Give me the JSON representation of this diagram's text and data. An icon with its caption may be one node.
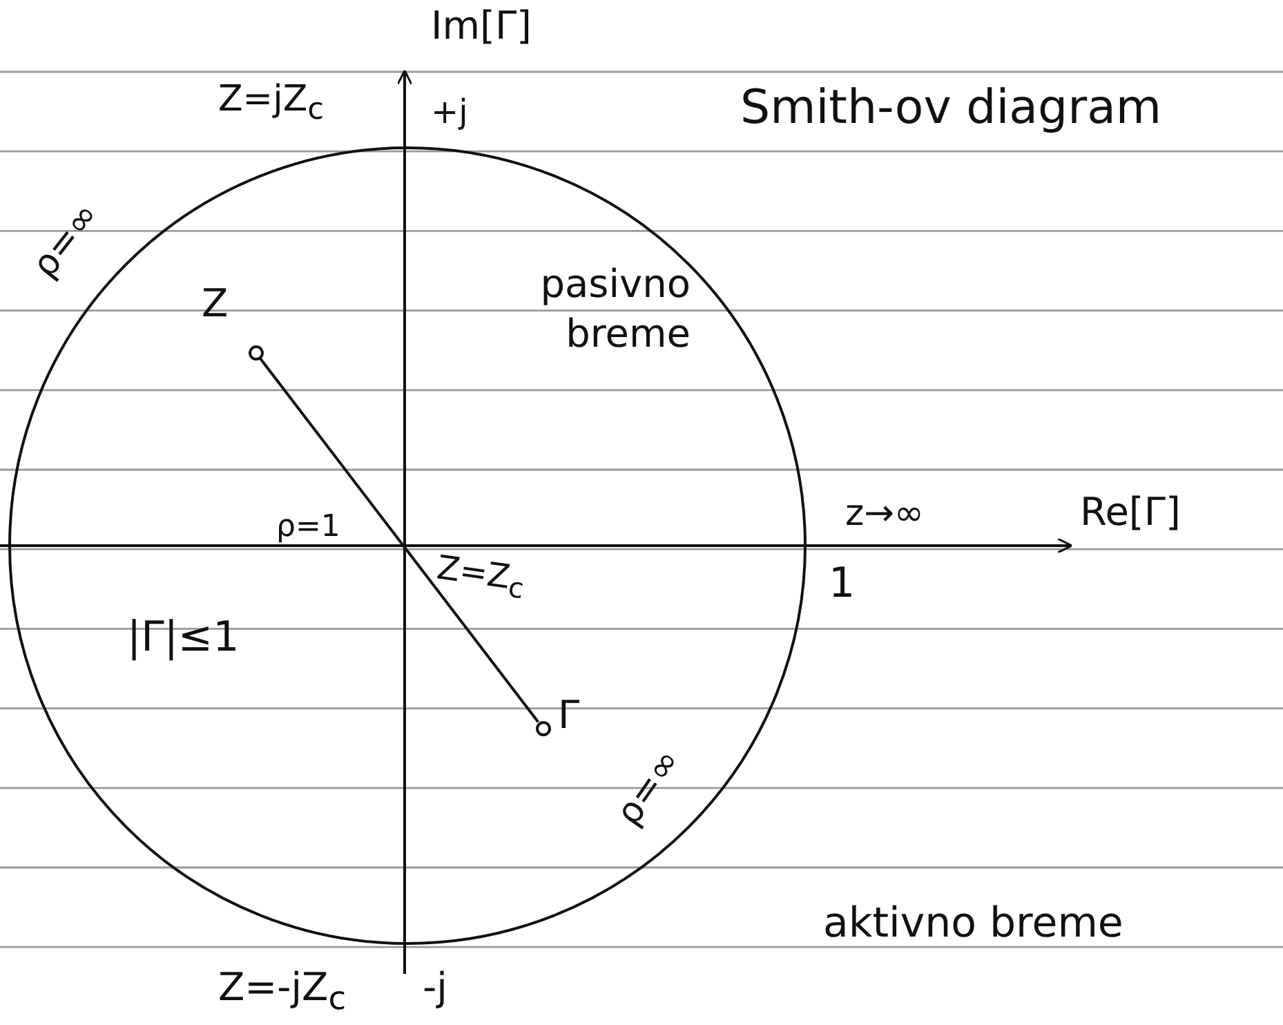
{
  "diagram": {
    "title": "Smith-ov diagram",
    "nodes": [
      {
        "text": [],
        "shape": "circle",
        "beside": [
          "Z"
        ]
      },
      {
        "text": [],
        "shape": "circle",
        "beside": [
          "Γ"
        ]
      }
    ],
    "edges": [
      {
        "from": 0,
        "to": 1,
        "arrow": "none"
      }
    ],
    "labels": [
      "Im[Γ]",
      "Z=jZ$_{c}$",
      "+j",
      "ρ=∞",
      "pasivno breme",
      "ρ=1",
      "z→∞",
      "Re[Γ]",
      "Z=Z$_{c}$",
      "1",
      "|Γ|≤1",
      "ρ=∞",
      "aktivno breme",
      "Z=-jZ$_{c}$",
      "-j"
    ]
  }
}
